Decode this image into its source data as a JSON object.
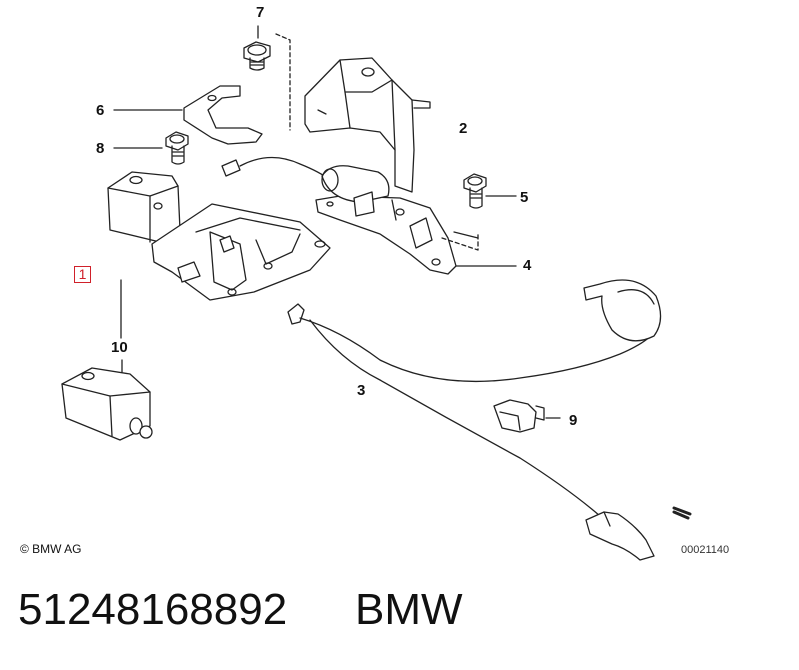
{
  "callouts": {
    "c1": "1",
    "c2": "2",
    "c3": "3",
    "c4": "4",
    "c5": "5",
    "c6": "6",
    "c7": "7",
    "c8": "8",
    "c9": "9",
    "c10": "10"
  },
  "copyright": "© BMW AG",
  "drawing_number": "00021140",
  "footer": {
    "part_number": "51248168892",
    "brand": "BMW"
  },
  "colors": {
    "highlight": "#d0202a",
    "line": "#222222"
  }
}
